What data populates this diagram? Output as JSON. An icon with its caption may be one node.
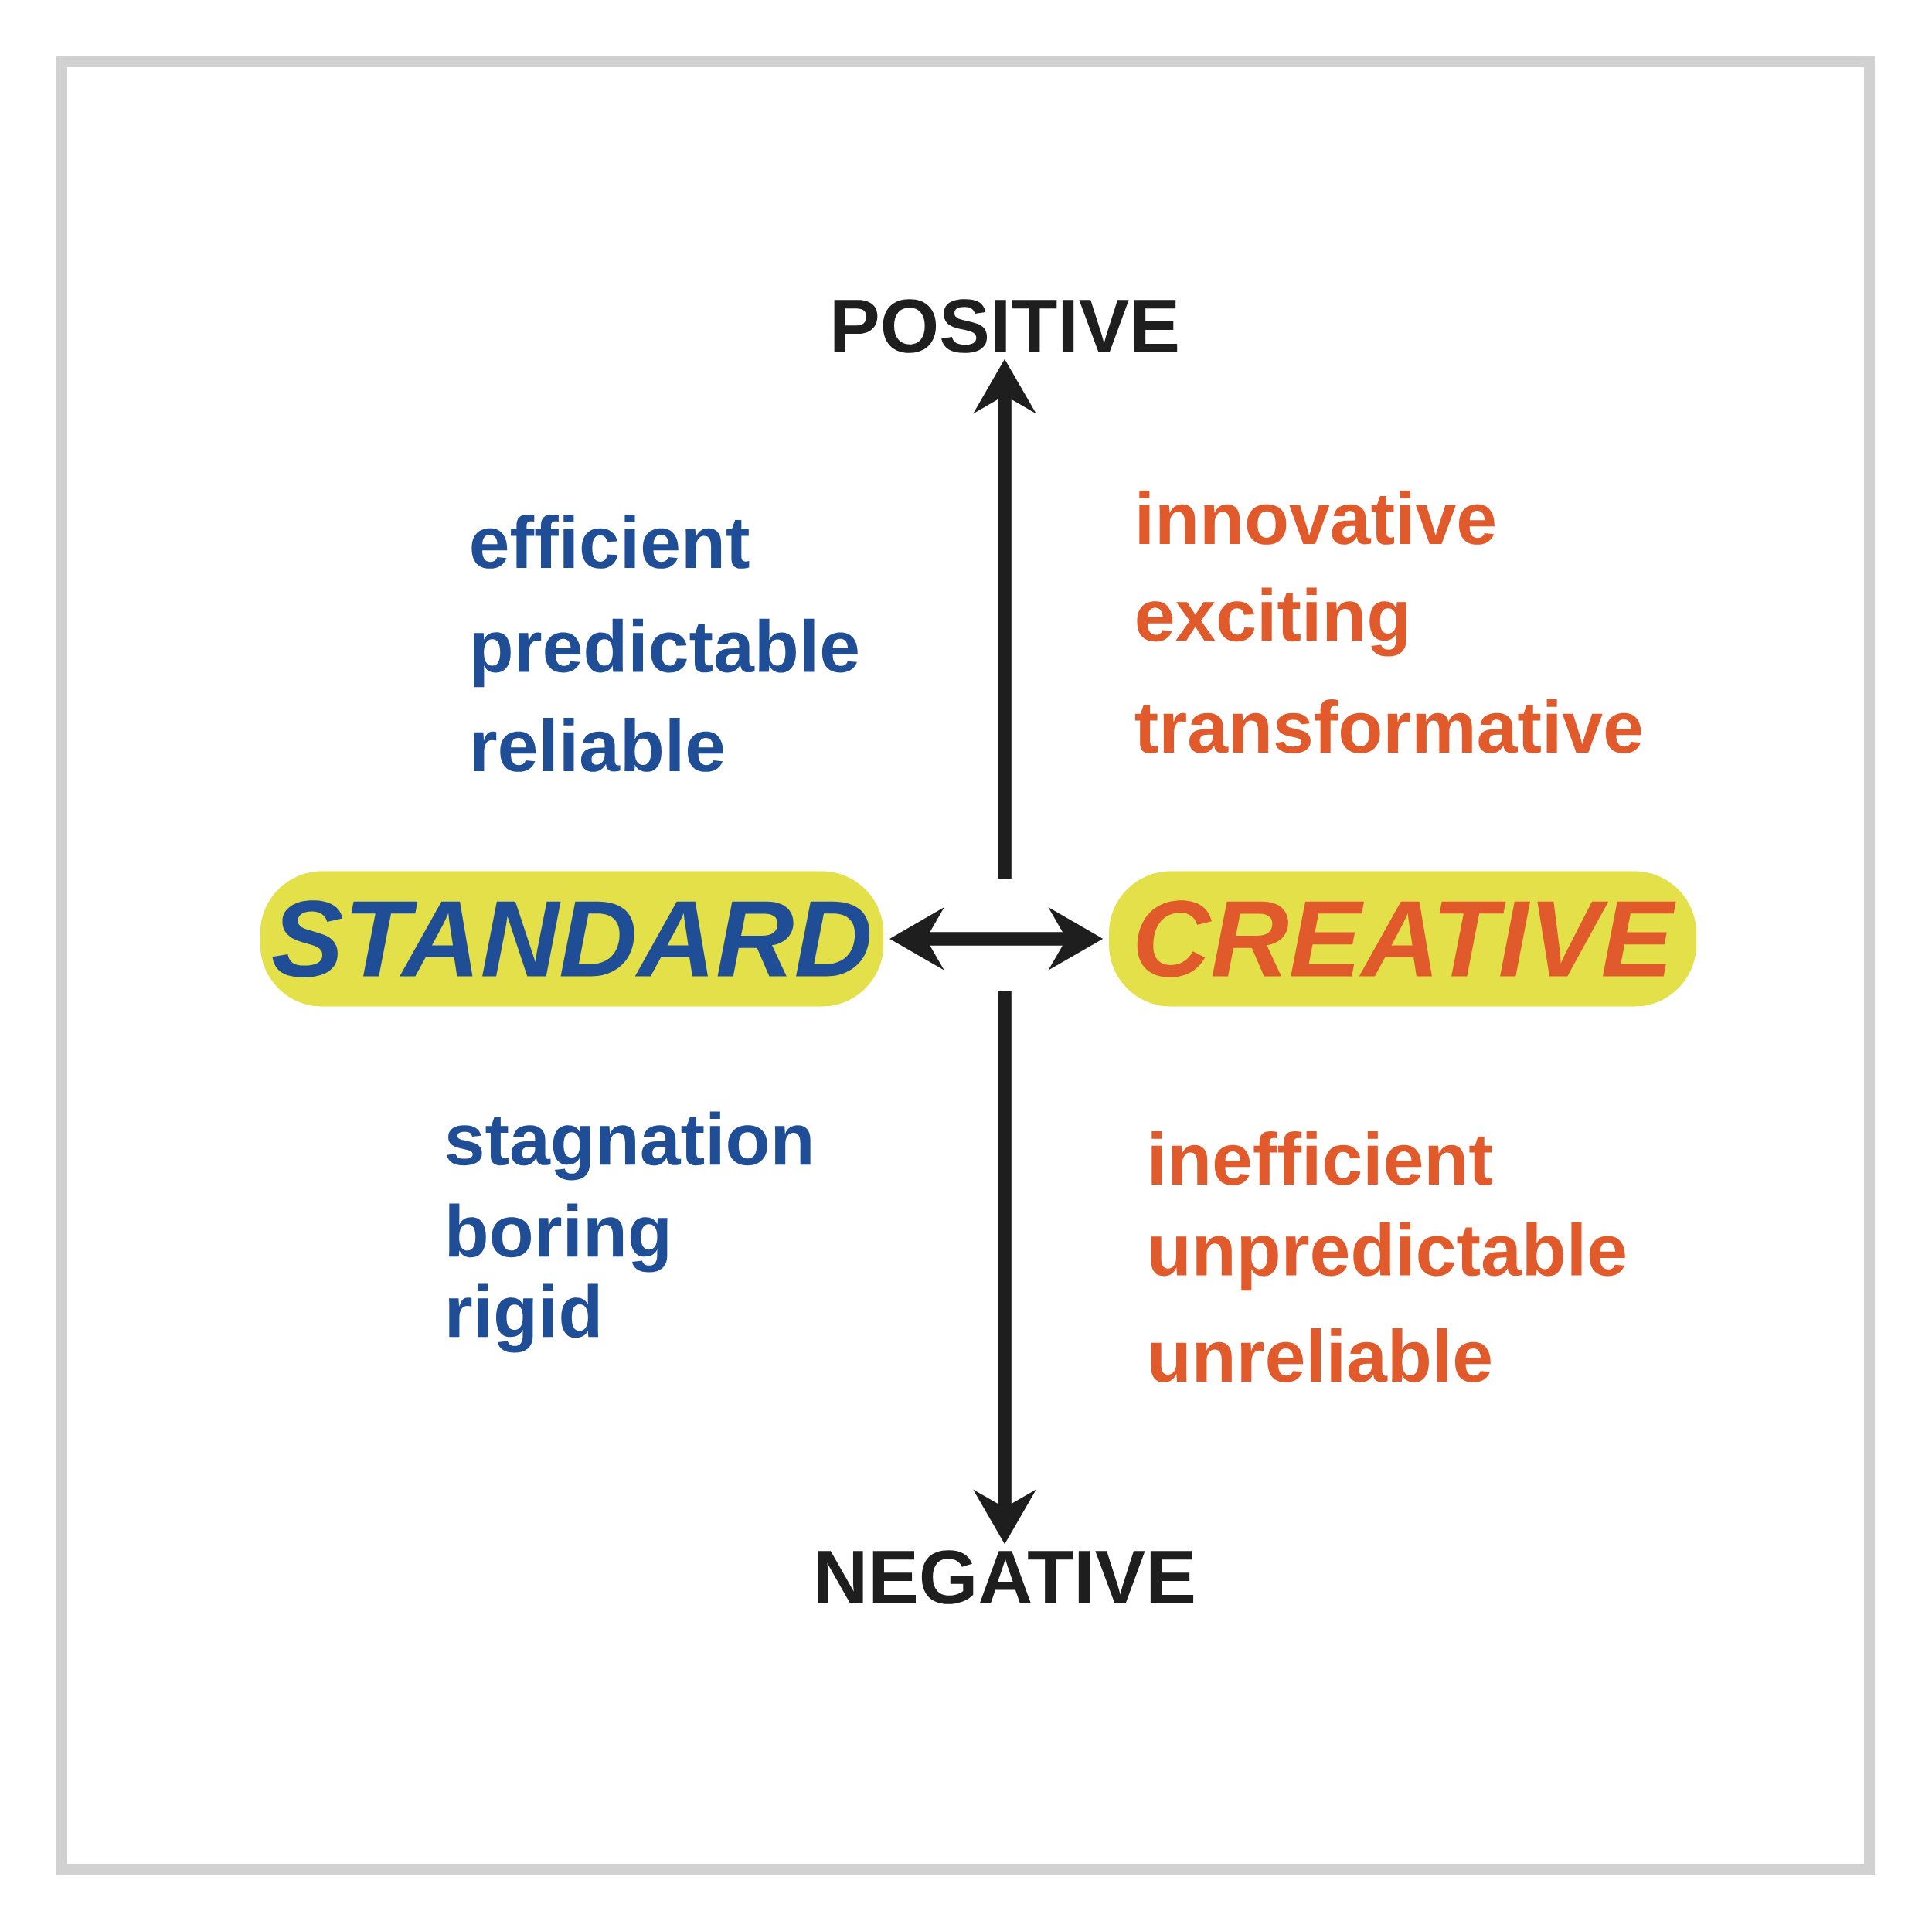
{
  "diagram": {
    "nodes": [
      {
        "text": [
          "POSITIVE"
        ]
      },
      {
        "text": [
          "NEGATIVE"
        ]
      },
      {
        "text": [
          "STANDARD"
        ]
      },
      {
        "text": [
          "CREATIVE"
        ]
      }
    ],
    "edges": [
      {
        "from": null,
        "to": 0,
        "arrow": "to"
      },
      {
        "from": null,
        "to": 1,
        "arrow": "to"
      },
      {
        "from": 2,
        "to": 3,
        "arrow": "both"
      }
    ],
    "labels": [
      "efficient",
      "predictable",
      "reliable",
      "innovative",
      "exciting",
      "transformative",
      "stagnation",
      "boring",
      "rigid",
      "inefficient",
      "unpredictable",
      "unreliable"
    ]
  }
}
